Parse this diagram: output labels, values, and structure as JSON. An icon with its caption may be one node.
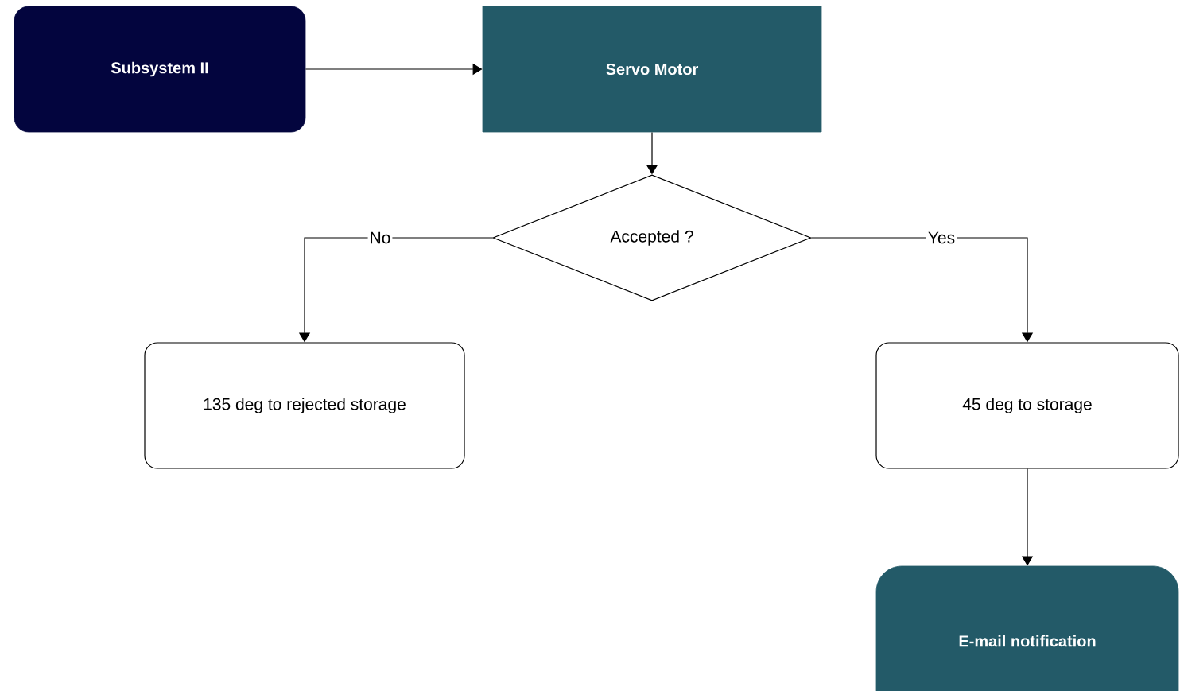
{
  "diagram": {
    "nodes": [
      {
        "text": [
          "Subsystem II"
        ]
      },
      {
        "text": [
          "Servo Motor"
        ]
      },
      {
        "text": [
          "Accepted ?"
        ]
      },
      {
        "text": [
          "135 deg to rejected storage"
        ]
      },
      {
        "text": [
          "45 deg to storage"
        ]
      },
      {
        "text": [
          "E-mail notification"
        ]
      }
    ],
    "edges": [
      {
        "from": 0,
        "to": 1,
        "arrow": "to"
      },
      {
        "from": 1,
        "to": 2,
        "arrow": "to"
      },
      {
        "from": 2,
        "to": 3,
        "arrow": "to",
        "label": "No"
      },
      {
        "from": 2,
        "to": 4,
        "arrow": "to",
        "label": "Yes"
      },
      {
        "from": 4,
        "to": 5,
        "arrow": "to"
      }
    ]
  }
}
